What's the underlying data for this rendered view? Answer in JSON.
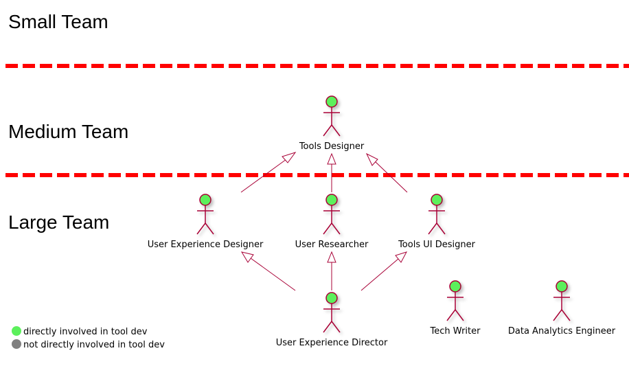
{
  "sections": [
    {
      "id": "small",
      "title": "Small Team"
    },
    {
      "id": "medium",
      "title": "Medium Team"
    },
    {
      "id": "large",
      "title": "Large Team"
    }
  ],
  "actors": {
    "tools_designer": {
      "label": "Tools Designer",
      "involved": true
    },
    "ux_designer": {
      "label": "User Experience Designer",
      "involved": true
    },
    "user_researcher": {
      "label": "User Researcher",
      "involved": true
    },
    "tools_ui_designer": {
      "label": "Tools UI Designer",
      "involved": true
    },
    "ux_director": {
      "label": "User Experience Director",
      "involved": true
    },
    "tech_writer": {
      "label": "Tech Writer",
      "involved": true
    },
    "data_analytics": {
      "label": "Data Analytics Engineer",
      "involved": true
    }
  },
  "relations": [
    {
      "from": "ux_designer",
      "to": "tools_designer"
    },
    {
      "from": "user_researcher",
      "to": "tools_designer"
    },
    {
      "from": "tools_ui_designer",
      "to": "tools_designer"
    },
    {
      "from": "ux_director",
      "to": "ux_designer"
    },
    {
      "from": "ux_director",
      "to": "user_researcher"
    },
    {
      "from": "ux_director",
      "to": "tools_ui_designer"
    }
  ],
  "legend": [
    {
      "label": "directly involved in tool dev",
      "color": "#5cf05c"
    },
    {
      "label": "not directly involved in tool dev",
      "color": "#808080"
    }
  ],
  "colors": {
    "divider": "#ff0000",
    "actor_stroke": "#a80036",
    "actor_fill_involved": "#5cf05c",
    "relation": "#a80036"
  }
}
